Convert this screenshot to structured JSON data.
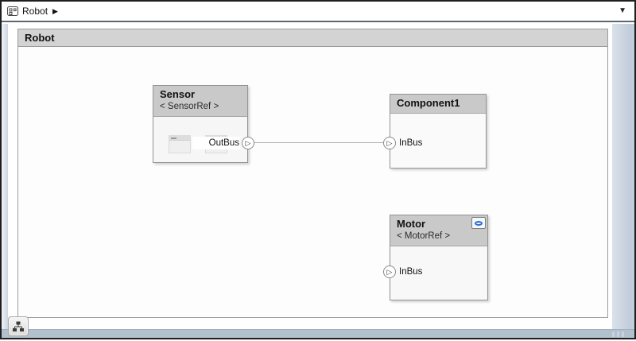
{
  "breadcrumb": {
    "model_label": "Robot",
    "arrow_glyph": "▶",
    "dropdown_glyph": "▼"
  },
  "diagram": {
    "container_title": "Robot",
    "port_glyph": "▷",
    "components": [
      {
        "name": "Sensor",
        "stereotype": "< SensorRef >",
        "ports": [
          {
            "name": "OutBus",
            "direction": "out",
            "side": "right"
          }
        ]
      },
      {
        "name": "Component1",
        "ports": [
          {
            "name": "InBus",
            "direction": "in",
            "side": "left"
          }
        ]
      },
      {
        "name": "Motor",
        "stereotype": "< MotorRef >",
        "badge": "simulink-behavior",
        "ports": [
          {
            "name": "InBus",
            "direction": "in",
            "side": "left"
          }
        ]
      }
    ],
    "connections": [
      {
        "from": "Sensor.OutBus",
        "to": "Component1.InBus"
      }
    ]
  },
  "colors": {
    "canvas_margin": "#c3cedb",
    "container_header": "#d3d3d3",
    "component_header": "#c9c9c9",
    "component_border": "#949494",
    "connection_line": "#b0b0b0",
    "badge_accent": "#2b6cd4"
  }
}
